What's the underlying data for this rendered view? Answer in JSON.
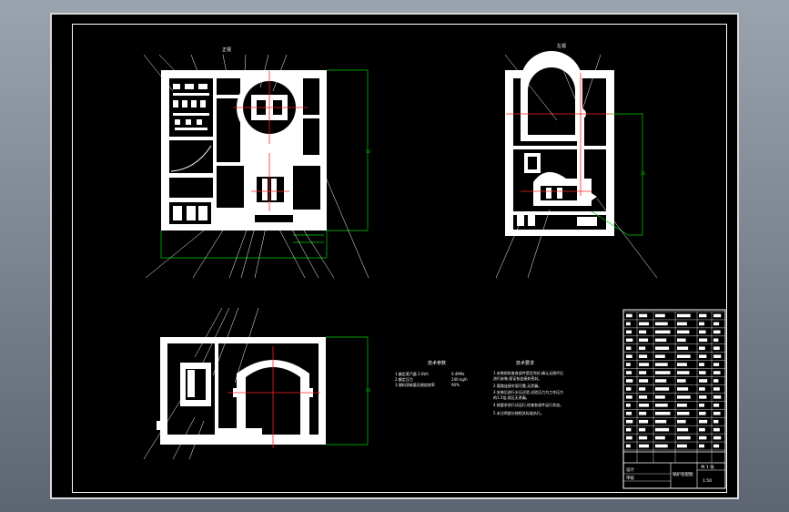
{
  "drawing": {
    "views": {
      "front_title": "正视",
      "side_title": "左视"
    },
    "tech_notes": {
      "left_heading": "技术参数",
      "left_lines": [
        "1.额定蒸汽量 2.0t/h",
        "2.额定压力",
        "3.燃料消耗量及燃烧效率"
      ],
      "left_values": [
        "0.4MPa",
        "240 kg/h",
        "90%"
      ],
      "right_heading": "技术要求",
      "right_lines": [
        "1.安装前检查各部件是否完好,确认无损坏后",
        "  进行安装,保证各连接处密封。",
        "2.管路连接牢固可靠,无泄漏。",
        "3.安装后进行水压试验,试验压力为工作压力",
        "  的1.5倍,保压无渗漏。",
        "4.按要求进行试运行,检查各部件运行状态。",
        "5.未注明部分按相关标准执行。"
      ]
    },
    "title_block": {
      "drawing_name": "锅炉装配图",
      "designer_label": "设计",
      "checker_label": "审核",
      "sheet_label": "共 1 张",
      "scale": "1:50",
      "part_rows": 17
    }
  }
}
